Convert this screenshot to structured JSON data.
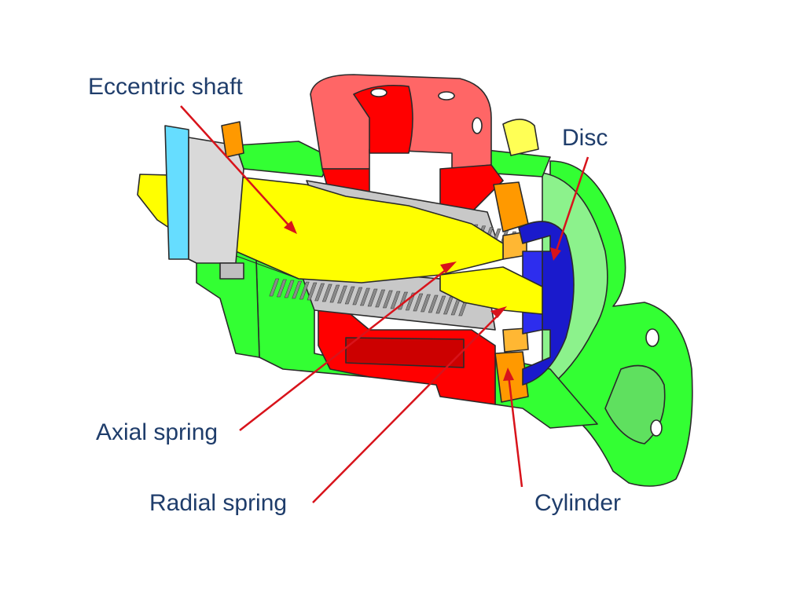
{
  "labels": {
    "eccentric_shaft": "Eccentric shaft",
    "disc": "Disc",
    "axial_spring": "Axial spring",
    "radial_spring": "Radial spring",
    "cylinder": "Cylinder"
  },
  "colors": {
    "shaft": "#ffff00",
    "housing": "#ff0000",
    "housing_light": "#ff6666",
    "body": "#33ff33",
    "body_light": "#8cf28c",
    "disc": "#1a1acc",
    "cylinder": "#ff9900",
    "spring_grey": "#c8c8c8",
    "end_cap": "#66ddff",
    "label_text": "#1f3d6b",
    "arrow": "#d8131b"
  }
}
